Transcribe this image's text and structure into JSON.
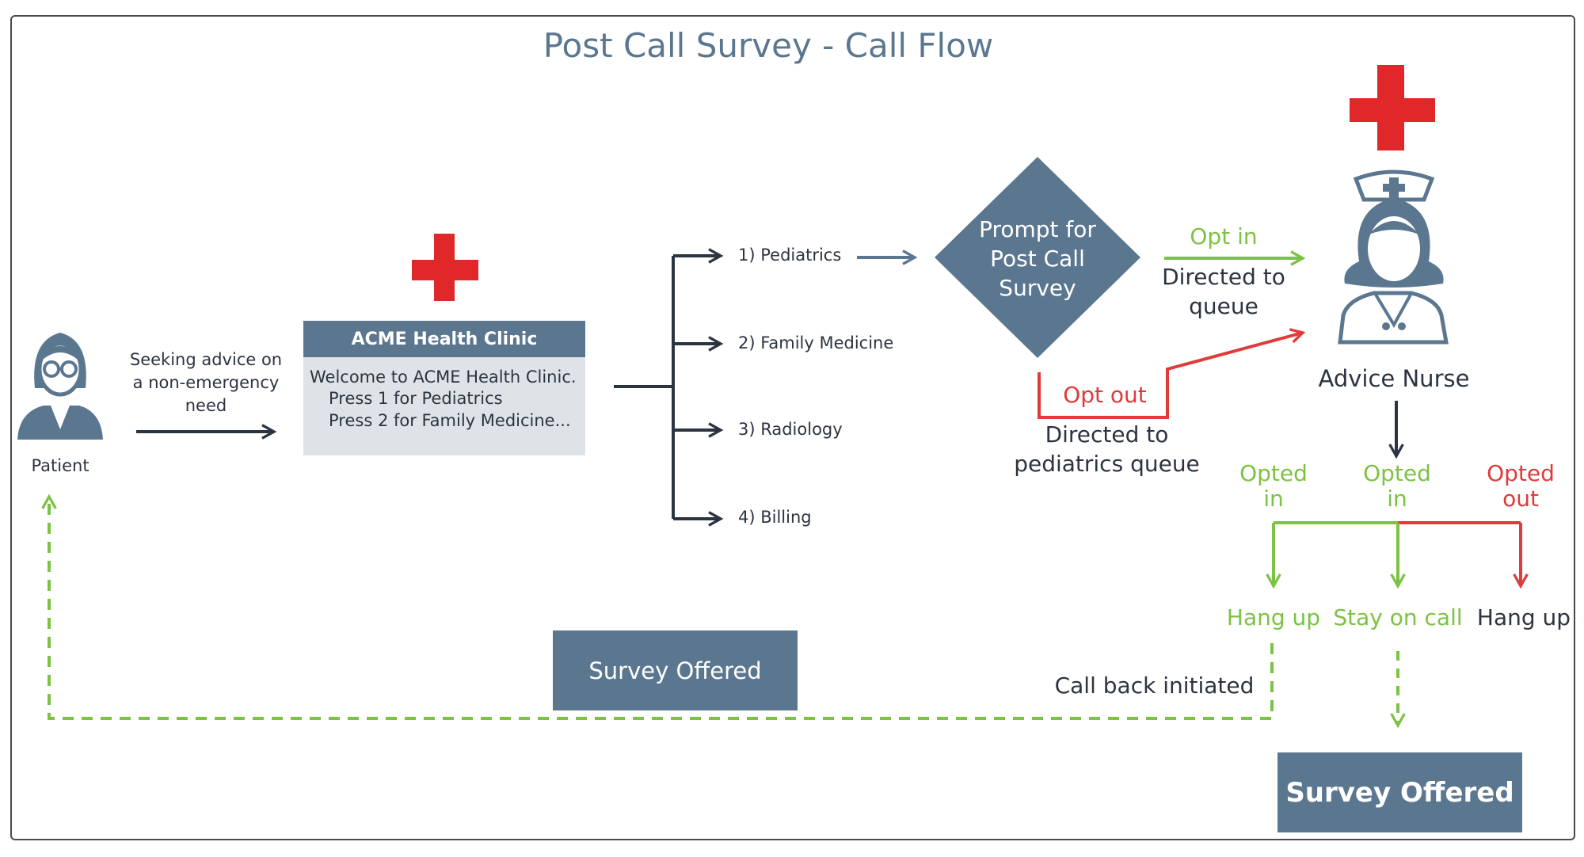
{
  "title": "Post Call Survey - Call Flow",
  "patient": {
    "label": "Patient",
    "icon": "patient-icon"
  },
  "seeking": {
    "line1": "Seeking advice on",
    "line2": "a non-emergency",
    "line3": "need"
  },
  "clinic": {
    "header": "ACME Health Clinic",
    "line1": "Welcome to ACME Health Clinic.",
    "line2": "Press 1 for Pediatrics",
    "line3": "Press 2 for Family Medicine..."
  },
  "menu": {
    "options": [
      "1) Pediatrics",
      "2) Family Medicine",
      "3) Radiology",
      "4) Billing"
    ]
  },
  "prompt": {
    "line1": "Prompt for",
    "line2": "Post Call",
    "line3": "Survey"
  },
  "opt_in": {
    "label": "Opt in",
    "result_line1": "Directed to",
    "result_line2": "queue"
  },
  "opt_out": {
    "label": "Opt out",
    "result_line1": "Directed to",
    "result_line2": "pediatrics queue"
  },
  "nurse": {
    "label": "Advice Nurse",
    "icon": "nurse-icon"
  },
  "outcomes": [
    {
      "status_line1": "Opted",
      "status_line2": "in",
      "action": "Hang up",
      "color": "#7cc243"
    },
    {
      "status_line1": "Opted",
      "status_line2": "in",
      "action": "Stay on call",
      "color": "#7cc243"
    },
    {
      "status_line1": "Opted",
      "status_line2": "out",
      "action": "Hang up",
      "color": "#e13a3a"
    }
  ],
  "call_back": "Call back initiated",
  "survey_offered_left": "Survey Offered",
  "survey_offered_right": "Survey Offered",
  "colors": {
    "slate": "#5b7790",
    "dark": "#2b3440",
    "green": "#7cc243",
    "red": "#e13a3a",
    "cross": "#e0282a",
    "panel": "#dfe3e7"
  }
}
